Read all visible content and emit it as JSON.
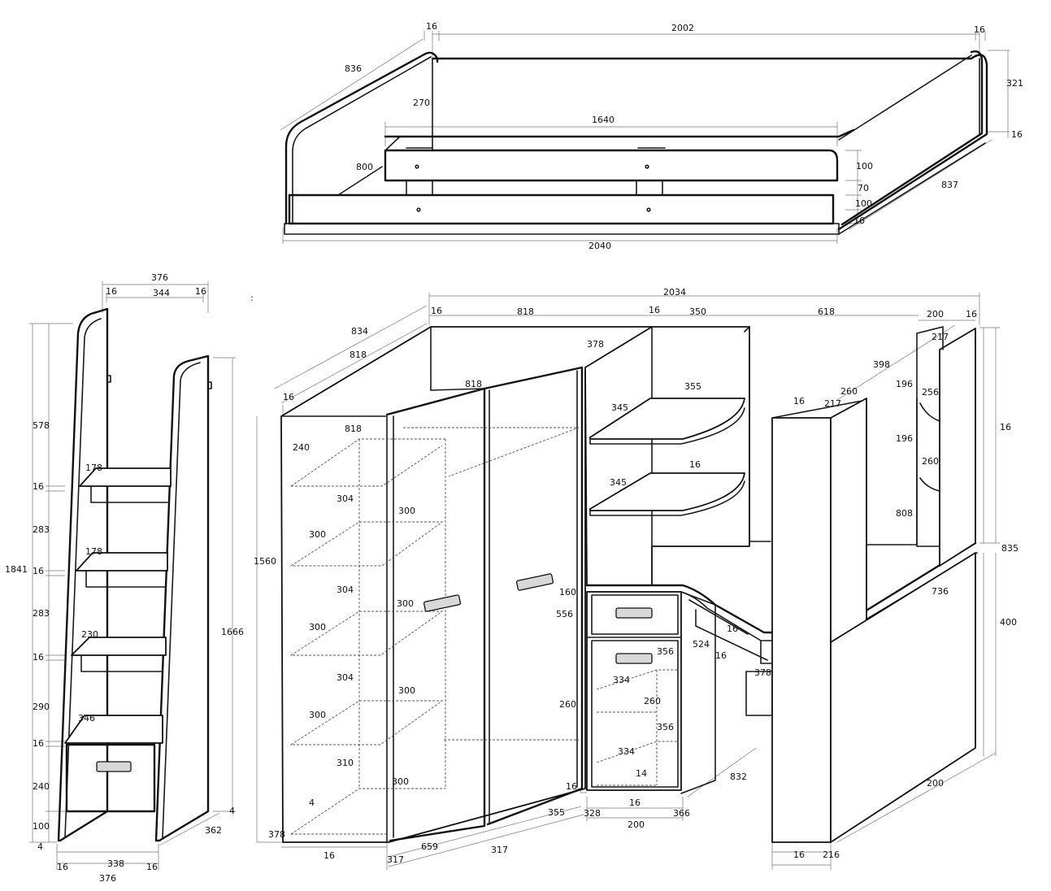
{
  "bed": {
    "dims": [
      "16",
      "2002",
      "16",
      "836",
      "321",
      "270",
      "16",
      "1640",
      "800",
      "100",
      "70",
      "100",
      "837",
      "16",
      "2040"
    ]
  },
  "stairs": {
    "dims": [
      "376",
      "16",
      "344",
      "16",
      "578",
      "16",
      "283",
      "16",
      "283",
      "16",
      "290",
      "16",
      "240",
      "100",
      "4",
      "1841",
      "1666",
      "178",
      "178",
      "230",
      "346",
      "4",
      "362",
      "338",
      "16",
      "16",
      "376"
    ]
  },
  "desk": {
    "dims": [
      "2034",
      "16",
      "818",
      "16",
      "350",
      "618",
      "200",
      "16",
      "834",
      "818",
      "378",
      "217",
      "398",
      "16",
      "818",
      "818",
      "240",
      "1560",
      "304",
      "300",
      "300",
      "304",
      "300",
      "300",
      "304",
      "300",
      "300",
      "310",
      "300",
      "4",
      "378",
      "16",
      "317",
      "659",
      "317",
      "355",
      "345",
      "355",
      "345",
      "16",
      "160",
      "556",
      "260",
      "356",
      "334",
      "260",
      "356",
      "334",
      "14",
      "16",
      "328",
      "16",
      "366",
      "200",
      "16",
      "217",
      "260",
      "196",
      "256",
      "196",
      "260",
      "808",
      "16",
      "835",
      "736",
      "400",
      "16",
      "524",
      "16",
      "378",
      "832",
      "200",
      "16",
      "216"
    ]
  },
  "separator": ":"
}
